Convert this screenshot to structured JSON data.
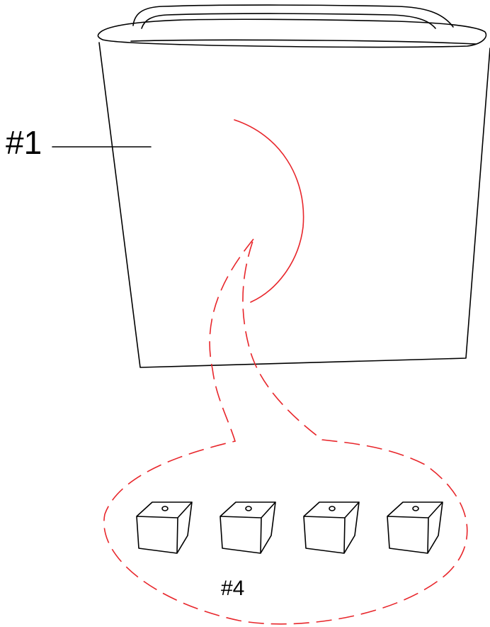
{
  "labels": {
    "main_part": "#1",
    "small_parts": "#4"
  },
  "small_part_count": 4,
  "colors": {
    "outline": "#000000",
    "callout": "#e8262b",
    "background": "#ffffff"
  }
}
